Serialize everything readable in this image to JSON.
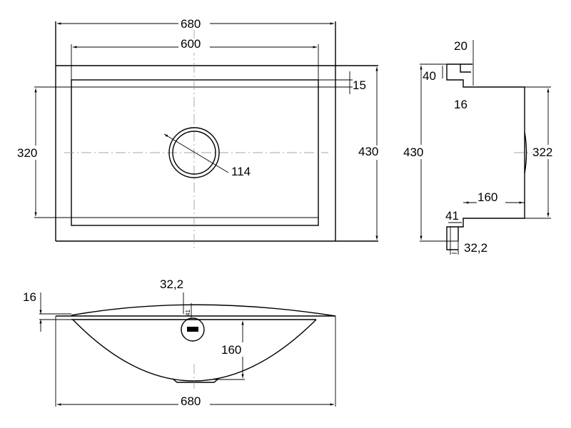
{
  "top_view": {
    "width_outer": "680",
    "width_inner": "600",
    "rim": "15",
    "depth_inner": "320",
    "depth_outer": "430",
    "drain": "114"
  },
  "side_view": {
    "top_offset": "20",
    "top_height": "40",
    "lip": "16",
    "total": "430",
    "bowl": "322",
    "bowl_depth": "160",
    "bottom_step": "41",
    "bottom_width": "32,2"
  },
  "front_view": {
    "rim_height": "16",
    "overflow": "32,2",
    "overflow_small": "41",
    "depth": "160",
    "width": "680"
  }
}
